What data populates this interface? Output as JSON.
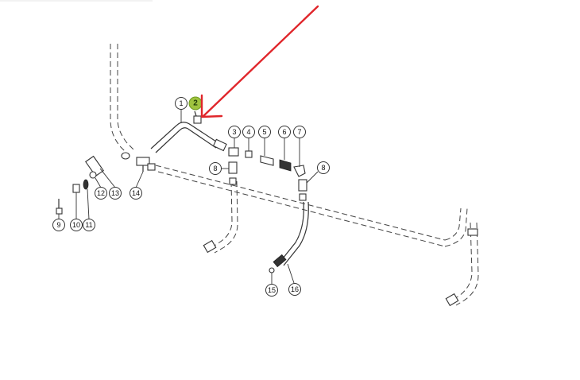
{
  "diagram": {
    "callouts": [
      {
        "id": "c1",
        "label": "1"
      },
      {
        "id": "c2",
        "label": "2",
        "highlight": true
      },
      {
        "id": "c3",
        "label": "3"
      },
      {
        "id": "c4",
        "label": "4"
      },
      {
        "id": "c5",
        "label": "5"
      },
      {
        "id": "c6",
        "label": "6"
      },
      {
        "id": "c7",
        "label": "7"
      },
      {
        "id": "c8a",
        "label": "8"
      },
      {
        "id": "c8b",
        "label": "8"
      },
      {
        "id": "c9",
        "label": "9"
      },
      {
        "id": "c10",
        "label": "10"
      },
      {
        "id": "c11",
        "label": "11"
      },
      {
        "id": "c12",
        "label": "12"
      },
      {
        "id": "c13",
        "label": "13"
      },
      {
        "id": "c14",
        "label": "14"
      },
      {
        "id": "c15",
        "label": "15"
      },
      {
        "id": "c16",
        "label": "16"
      }
    ],
    "colors": {
      "highlight": "#9fc33f",
      "arrow": "#e0262b",
      "line": "#333333"
    }
  }
}
